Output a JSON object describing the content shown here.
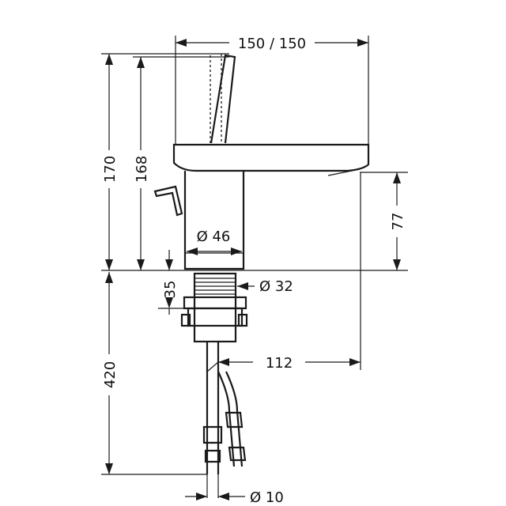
{
  "drawing": {
    "dimensions": {
      "total_width": "150 / 150",
      "total_height": "170",
      "handle_height": "168",
      "spout_height": "77",
      "mount_height": "35",
      "body_diameter": "Ø 46",
      "shank_diameter": "Ø 32",
      "spout_reach": "112",
      "below_deck": "420",
      "hose_diameter": "Ø 10"
    }
  }
}
